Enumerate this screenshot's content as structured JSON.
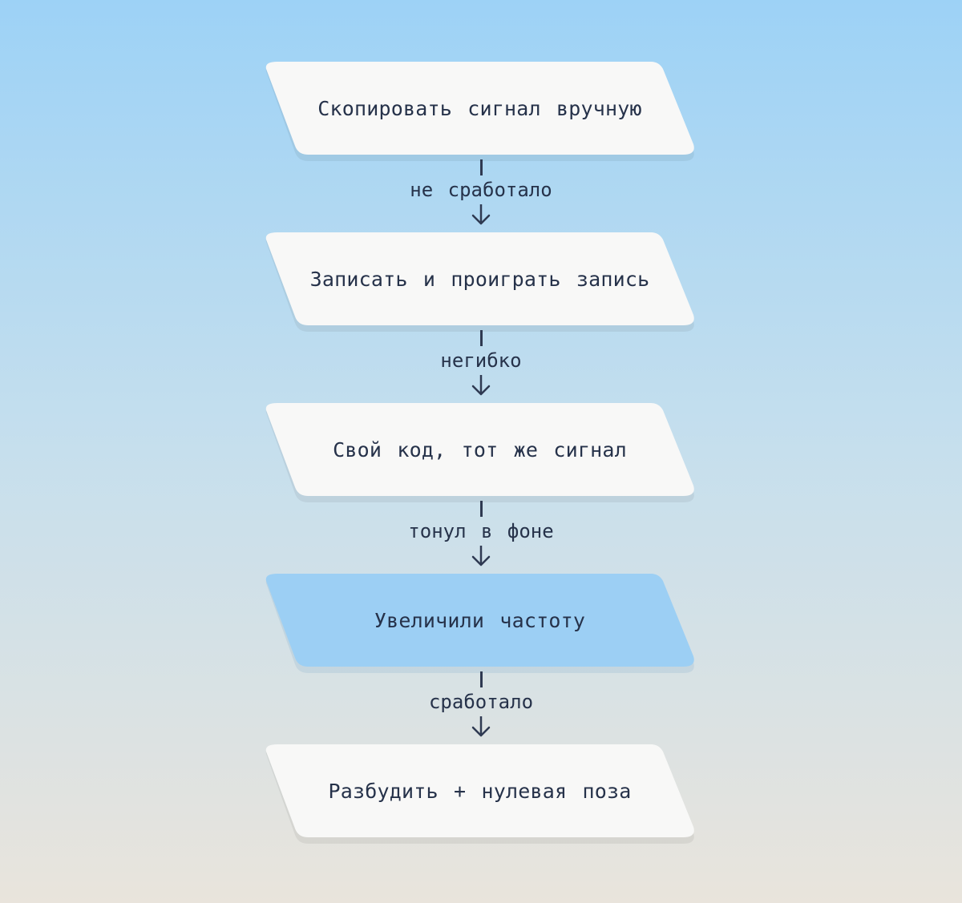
{
  "diagram": {
    "steps": [
      {
        "label": "Скопировать сигнал вручную",
        "highlight": false
      },
      {
        "label": "Записать и проиграть запись",
        "highlight": false
      },
      {
        "label": "Свой код, тот же сигнал",
        "highlight": false
      },
      {
        "label": "Увеличили частоту",
        "highlight": true
      },
      {
        "label": "Разбудить + нулевая поза",
        "highlight": false
      }
    ],
    "edges": [
      {
        "label": "не сработало"
      },
      {
        "label": "негибко"
      },
      {
        "label": "тонул в фоне"
      },
      {
        "label": "сработало"
      }
    ],
    "colors": {
      "box_fill": "#f8f8f7",
      "highlight_fill": "#9ccff4",
      "text": "#26324a",
      "connector": "#2f3a52"
    }
  }
}
